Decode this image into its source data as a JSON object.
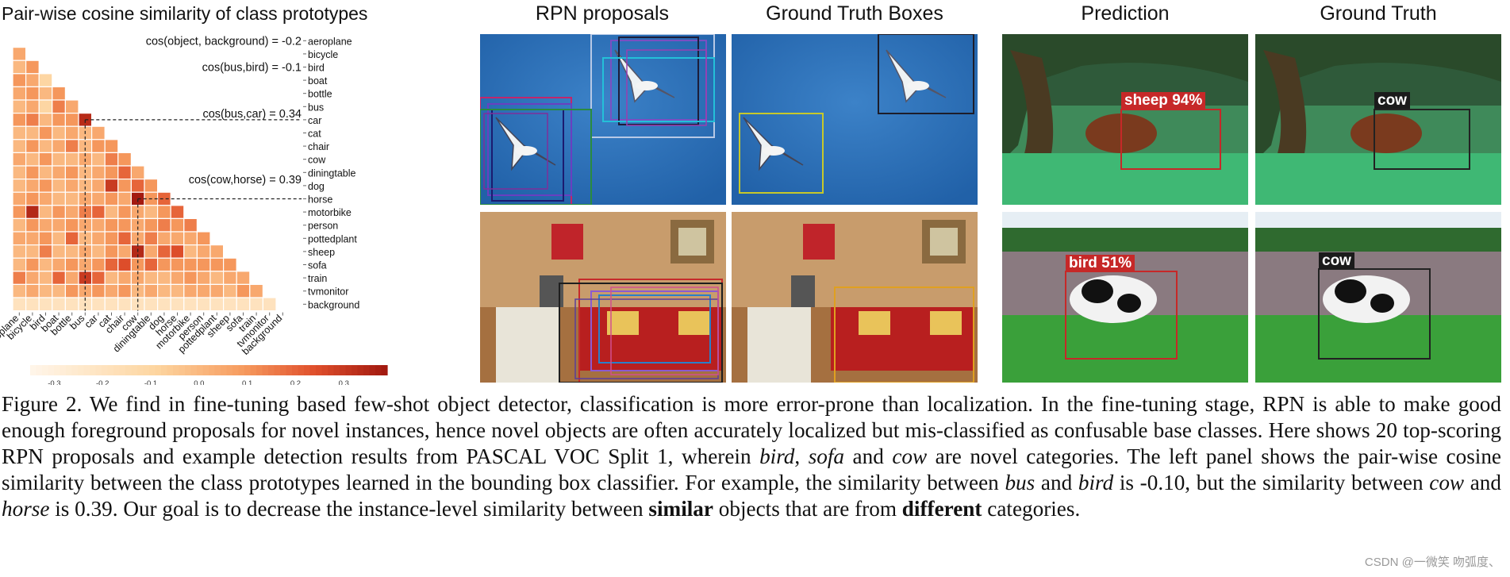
{
  "heatmap": {
    "title": "Pair-wise cosine similarity of class prototypes",
    "classes": [
      "aeroplane",
      "bicycle",
      "bird",
      "boat",
      "bottle",
      "bus",
      "car",
      "cat",
      "chair",
      "cow",
      "diningtable",
      "dog",
      "horse",
      "motorbike",
      "person",
      "pottedplant",
      "sheep",
      "sofa",
      "train",
      "tvmonitor",
      "background"
    ],
    "annotations": [
      {
        "text": "cos(object, background) = -0.2",
        "row": 0
      },
      {
        "text": "cos(bus,bird) = -0.1",
        "row": 2
      },
      {
        "text": "cos(bus,car) = 0.34",
        "row": 6
      },
      {
        "text": "cos(cow,horse) = 0.39",
        "row": 11
      }
    ],
    "colorbar": {
      "ticks": [
        "-0.3",
        "-0.2",
        "-0.1",
        "0.0",
        "0.1",
        "0.2",
        "0.3"
      ],
      "min_color": "#fff5e6",
      "max_color": "#a31a10"
    }
  },
  "chart_data": {
    "type": "heatmap",
    "title": "Pair-wise cosine similarity of class prototypes",
    "x_categories": [
      "aeroplane",
      "bicycle",
      "bird",
      "boat",
      "bottle",
      "bus",
      "car",
      "cat",
      "chair",
      "cow",
      "diningtable",
      "dog",
      "horse",
      "motorbike",
      "person",
      "pottedplant",
      "sheep",
      "sofa",
      "train",
      "tvmonitor",
      "background"
    ],
    "y_categories": [
      "aeroplane",
      "bicycle",
      "bird",
      "boat",
      "bottle",
      "bus",
      "car",
      "cat",
      "chair",
      "cow",
      "diningtable",
      "dog",
      "horse",
      "motorbike",
      "person",
      "pottedplant",
      "sheep",
      "sofa",
      "train",
      "tvmonitor",
      "background"
    ],
    "lower_triangle": true,
    "range": [
      -0.35,
      0.39
    ],
    "highlighted_pairs": [
      {
        "pair": [
          "object",
          "background"
        ],
        "value": -0.2
      },
      {
        "pair": [
          "bus",
          "bird"
        ],
        "value": -0.1
      },
      {
        "pair": [
          "bus",
          "car"
        ],
        "value": 0.34
      },
      {
        "pair": [
          "cow",
          "horse"
        ],
        "value": 0.39
      }
    ],
    "rows": [
      [],
      [
        0.05
      ],
      [
        0.0,
        0.1
      ],
      [
        0.1,
        0.05,
        -0.1
      ],
      [
        0.05,
        0.1,
        0.0,
        0.1
      ],
      [
        0.0,
        0.05,
        -0.1,
        0.15,
        0.05
      ],
      [
        0.1,
        0.15,
        0.0,
        0.1,
        0.1,
        0.34
      ],
      [
        0.0,
        0.0,
        0.1,
        0.0,
        0.05,
        0.0,
        0.05
      ],
      [
        0.0,
        0.1,
        0.0,
        0.05,
        0.15,
        0.0,
        0.1,
        0.1
      ],
      [
        0.05,
        0.0,
        0.1,
        0.0,
        0.0,
        0.05,
        0.0,
        0.15,
        0.1
      ],
      [
        0.0,
        0.1,
        0.0,
        0.05,
        0.1,
        0.0,
        0.05,
        0.1,
        0.2,
        0.05
      ],
      [
        0.0,
        0.05,
        0.1,
        0.0,
        0.05,
        0.0,
        0.05,
        0.3,
        0.1,
        0.2,
        0.1
      ],
      [
        0.05,
        0.1,
        0.05,
        0.0,
        0.0,
        0.05,
        0.05,
        0.1,
        0.05,
        0.39,
        0.1,
        0.2
      ],
      [
        0.1,
        0.35,
        0.0,
        0.1,
        0.05,
        0.15,
        0.2,
        0.0,
        0.1,
        0.05,
        0.0,
        0.1,
        0.2
      ],
      [
        0.0,
        0.1,
        0.05,
        0.05,
        0.1,
        0.05,
        0.05,
        0.1,
        0.1,
        0.05,
        0.1,
        0.15,
        0.1,
        0.15
      ],
      [
        0.05,
        0.05,
        0.1,
        0.0,
        0.2,
        0.0,
        0.05,
        0.1,
        0.2,
        0.05,
        0.15,
        0.05,
        0.05,
        0.05,
        0.1
      ],
      [
        0.0,
        0.0,
        0.15,
        0.0,
        0.0,
        0.05,
        0.0,
        0.1,
        0.05,
        0.35,
        0.05,
        0.2,
        0.25,
        0.0,
        0.05,
        0.05
      ],
      [
        0.0,
        0.1,
        0.0,
        0.05,
        0.1,
        0.05,
        0.1,
        0.2,
        0.25,
        0.1,
        0.2,
        0.1,
        0.1,
        0.1,
        0.1,
        0.1,
        0.1
      ],
      [
        0.15,
        0.05,
        0.0,
        0.2,
        0.05,
        0.3,
        0.2,
        0.0,
        0.05,
        0.05,
        0.0,
        0.0,
        0.05,
        0.1,
        0.05,
        0.0,
        0.05,
        0.05
      ],
      [
        0.0,
        0.05,
        0.0,
        0.0,
        0.1,
        0.05,
        0.1,
        0.05,
        0.1,
        0.0,
        0.05,
        0.0,
        0.0,
        0.05,
        0.05,
        0.05,
        0.0,
        0.1,
        0.05
      ],
      [
        -0.2,
        -0.2,
        -0.2,
        -0.2,
        -0.2,
        -0.2,
        -0.2,
        -0.2,
        -0.2,
        -0.2,
        -0.2,
        -0.2,
        -0.2,
        -0.2,
        -0.2,
        -0.2,
        -0.2,
        -0.2,
        -0.2,
        -0.2
      ]
    ]
  },
  "panels": {
    "rpn_title": "RPN proposals",
    "gt_boxes_title": "Ground Truth Boxes",
    "prediction_title": "Prediction",
    "ground_truth_title": "Ground Truth"
  },
  "detections": {
    "top_prediction": "sheep 94%",
    "top_ground_truth": "cow",
    "bottom_prediction": "bird 51%",
    "bottom_ground_truth": "cow"
  },
  "caption": {
    "p1": "Figure 2. We find in fine-tuning based few-shot object detector, classification is more error-prone than localization. In the fine-tuning stage, RPN is able to make good enough foreground proposals for novel instances, hence novel objects are often accurately localized but mis-classified as confusable base classes. Here shows 20 top-scoring RPN proposals and example detection results from PASCAL VOC Split 1, wherein ",
    "w_bird": "bird",
    "c1": ", ",
    "w_sofa": "sofa",
    "c2": " and ",
    "w_cow": "cow",
    "p2": " are novel categories. The left panel shows the pair-wise cosine similarity between the class prototypes learned in the bounding box classifier. For example, the similarity between ",
    "w_bus": "bus",
    "c3": " and ",
    "w_bird2": "bird",
    "p3": " is -0.10, but the similarity between ",
    "w_cow2": "cow",
    "c4": " and ",
    "w_horse": "horse",
    "p4": " is 0.39. Our goal is to decrease the instance-level similarity between ",
    "w_similar": "similar",
    "p5": " objects that are from ",
    "w_different": "different",
    "p6": " categories."
  },
  "watermark": "CSDN @一微笑 吻弧度、"
}
